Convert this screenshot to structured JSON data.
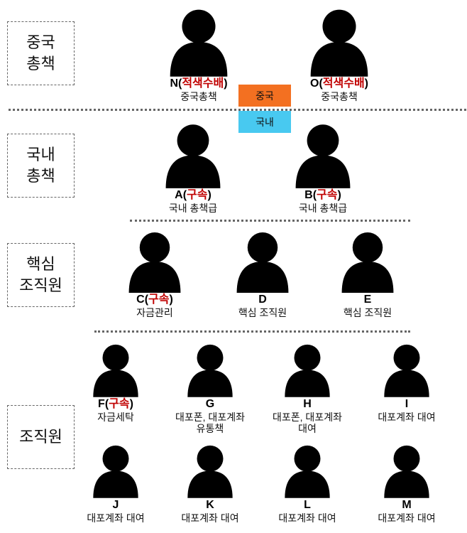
{
  "tiers": [
    {
      "id": "china",
      "line1": "중국",
      "line2": "총책"
    },
    {
      "id": "domestic",
      "line1": "국내",
      "line2": "총책"
    },
    {
      "id": "core",
      "line1": "핵심",
      "line2": "조직원"
    },
    {
      "id": "member",
      "line1": "조직원",
      "line2": ""
    }
  ],
  "flags": {
    "china": "중국",
    "domestic": "국내"
  },
  "colors": {
    "china_flag": "#f37021",
    "domestic_flag": "#48c9f0",
    "status": "#c00000",
    "silhouette": "#000000"
  },
  "people": [
    {
      "id": "N",
      "name": "N",
      "status": "적색수배",
      "role1": "중국총책",
      "role2": ""
    },
    {
      "id": "O",
      "name": "O",
      "status": "적색수배",
      "role1": "중국총책",
      "role2": ""
    },
    {
      "id": "A",
      "name": "A",
      "status": "구속",
      "role1": "국내 총책급",
      "role2": ""
    },
    {
      "id": "B",
      "name": "B",
      "status": "구속",
      "role1": "국내 총책급",
      "role2": ""
    },
    {
      "id": "C",
      "name": "C",
      "status": "구속",
      "role1": "자금관리",
      "role2": ""
    },
    {
      "id": "D",
      "name": "D",
      "status": "",
      "role1": "핵심 조직원",
      "role2": ""
    },
    {
      "id": "E",
      "name": "E",
      "status": "",
      "role1": "핵심 조직원",
      "role2": ""
    },
    {
      "id": "F",
      "name": "F",
      "status": "구속",
      "role1": "자금세탁",
      "role2": ""
    },
    {
      "id": "G",
      "name": "G",
      "status": "",
      "role1": "대포폰, 대포계좌",
      "role2": "유통책"
    },
    {
      "id": "H",
      "name": "H",
      "status": "",
      "role1": "대포폰, 대포계좌",
      "role2": "대여"
    },
    {
      "id": "I",
      "name": "I",
      "status": "",
      "role1": "대포계좌 대여",
      "role2": ""
    },
    {
      "id": "J",
      "name": "J",
      "status": "",
      "role1": "대포계좌 대여",
      "role2": ""
    },
    {
      "id": "K",
      "name": "K",
      "status": "",
      "role1": "대포계좌 대여",
      "role2": ""
    },
    {
      "id": "L",
      "name": "L",
      "status": "",
      "role1": "대포계좌 대여",
      "role2": ""
    },
    {
      "id": "M",
      "name": "M",
      "status": "",
      "role1": "대포계좌 대여",
      "role2": ""
    }
  ]
}
